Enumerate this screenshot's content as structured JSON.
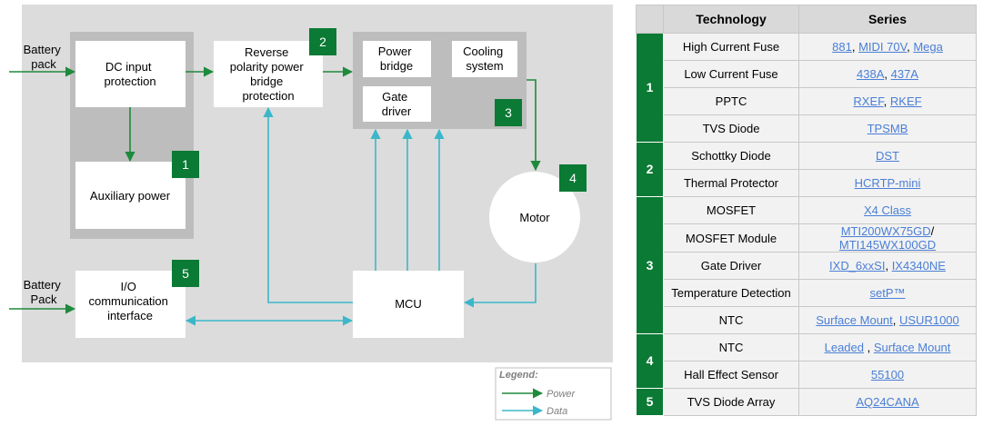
{
  "colors": {
    "power": "#1e8a3c",
    "data": "#3bb7c9",
    "badge": "#0a7a34",
    "panel": "#dcdcdc",
    "group": "#bdbdbd"
  },
  "diagram": {
    "battery_pack_top": [
      "Battery",
      "pack"
    ],
    "battery_pack_bottom": [
      "Battery",
      "Pack"
    ],
    "dc_input": [
      "DC input",
      "protection"
    ],
    "reverse_polarity": [
      "Reverse",
      "polarity power",
      "bridge",
      "protection"
    ],
    "power_bridge": [
      "Power",
      "bridge"
    ],
    "cooling_system": [
      "Cooling",
      "system"
    ],
    "gate_driver": [
      "Gate",
      "driver"
    ],
    "auxiliary_power": "Auxiliary power",
    "motor": "Motor",
    "io_interface": [
      "I/O",
      "communication",
      "interface"
    ],
    "mcu": "MCU",
    "badges": [
      "1",
      "2",
      "3",
      "4",
      "5"
    ],
    "legend": {
      "title": "Legend:",
      "power": "Power",
      "data": "Data"
    }
  },
  "table": {
    "headers": {
      "technology": "Technology",
      "series": "Series"
    },
    "groups": [
      {
        "num": "1",
        "rows": [
          {
            "tech": "High Current Fuse",
            "series": [
              [
                "881",
                ", "
              ],
              [
                "MIDI 70V",
                ", "
              ],
              [
                "Mega",
                ""
              ]
            ]
          },
          {
            "tech": "Low Current Fuse",
            "series": [
              [
                "438A",
                ", "
              ],
              [
                "437A",
                ""
              ]
            ]
          },
          {
            "tech": "PPTC",
            "series": [
              [
                "RXEF",
                ", "
              ],
              [
                "RKEF",
                ""
              ]
            ]
          },
          {
            "tech": "TVS Diode",
            "series": [
              [
                "TPSMB",
                ""
              ]
            ]
          }
        ]
      },
      {
        "num": "2",
        "rows": [
          {
            "tech": "Schottky Diode",
            "series": [
              [
                "DST",
                ""
              ]
            ]
          },
          {
            "tech": "Thermal Protector",
            "series": [
              [
                "HCRTP-mini",
                ""
              ]
            ]
          }
        ]
      },
      {
        "num": "3",
        "rows": [
          {
            "tech": "MOSFET",
            "series": [
              [
                "X4 Class",
                ""
              ]
            ]
          },
          {
            "tech": "MOSFET Module",
            "series": [
              [
                "MTI200WX75GD",
                "/"
              ],
              [
                "MTI145WX100GD",
                ""
              ]
            ]
          },
          {
            "tech": "Gate Driver",
            "series": [
              [
                "IXD_6xxSI",
                ", "
              ],
              [
                "IX4340NE",
                ""
              ]
            ]
          },
          {
            "tech": "Temperature Detection",
            "series": [
              [
                "setP™",
                ""
              ]
            ]
          },
          {
            "tech": "NTC",
            "series": [
              [
                "Surface Mount",
                ", "
              ],
              [
                "USUR1000",
                ""
              ]
            ]
          }
        ]
      },
      {
        "num": "4",
        "rows": [
          {
            "tech": "NTC",
            "series": [
              [
                "Leaded",
                " , "
              ],
              [
                "Surface Mount",
                ""
              ]
            ]
          },
          {
            "tech": "Hall Effect Sensor",
            "series": [
              [
                "55100",
                ""
              ]
            ]
          }
        ]
      },
      {
        "num": "5",
        "rows": [
          {
            "tech": "TVS Diode Array",
            "series": [
              [
                "AQ24CANA",
                ""
              ]
            ]
          }
        ]
      }
    ]
  }
}
